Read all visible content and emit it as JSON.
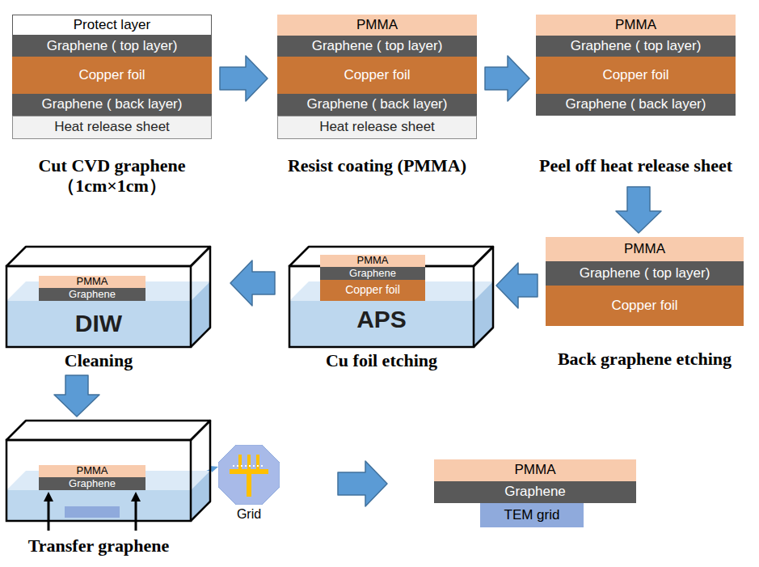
{
  "diagram": {
    "nodes": [
      {
        "text": [
          "Cut CVD graphene （1cm×1cm）"
        ]
      },
      {
        "text": [
          "Protect layer"
        ],
        "in": 0
      },
      {
        "text": [
          "Graphene ( top layer)"
        ],
        "in": 0
      },
      {
        "text": [
          "Copper foil"
        ],
        "in": 0
      },
      {
        "text": [
          "Graphene ( back layer)"
        ],
        "in": 0
      },
      {
        "text": [
          "Heat release sheet"
        ],
        "in": 0
      },
      {
        "text": [
          "Resist coating (PMMA)"
        ]
      },
      {
        "text": [
          "PMMA"
        ],
        "in": 6
      },
      {
        "text": [
          "Graphene ( top layer)"
        ],
        "in": 6
      },
      {
        "text": [
          "Copper foil"
        ],
        "in": 6
      },
      {
        "text": [
          "Graphene ( back layer)"
        ],
        "in": 6
      },
      {
        "text": [
          "Heat release sheet"
        ],
        "in": 6
      },
      {
        "text": [
          "Peel off heat release sheet"
        ]
      },
      {
        "text": [
          "PMMA"
        ],
        "in": 12
      },
      {
        "text": [
          "Graphene ( top layer)"
        ],
        "in": 12
      },
      {
        "text": [
          "Copper foil"
        ],
        "in": 12
      },
      {
        "text": [
          "Graphene ( back layer)"
        ],
        "in": 12
      },
      {
        "text": [
          "Back graphene etching"
        ]
      },
      {
        "text": [
          "PMMA"
        ],
        "in": 17
      },
      {
        "text": [
          "Graphene ( top layer)"
        ],
        "in": 17
      },
      {
        "text": [
          "Copper foil"
        ],
        "in": 17
      },
      {
        "text": [
          "APS",
          "Cu foil etching"
        ]
      },
      {
        "text": [
          "PMMA"
        ],
        "in": 21
      },
      {
        "text": [
          "Graphene"
        ],
        "in": 21
      },
      {
        "text": [
          "Copper foil"
        ],
        "in": 21
      },
      {
        "text": [
          "DIW",
          "Cleaning"
        ]
      },
      {
        "text": [
          "PMMA"
        ],
        "in": 25
      },
      {
        "text": [
          "Graphene"
        ],
        "in": 25
      },
      {
        "text": [
          "Transfer graphene"
        ]
      },
      {
        "text": [
          "PMMA"
        ],
        "in": 28
      },
      {
        "text": [
          "Graphene"
        ],
        "in": 28
      },
      {
        "text": [
          "Grid"
        ]
      },
      {
        "text": [
          "PMMA"
        ]
      },
      {
        "text": [
          "Graphene"
        ]
      },
      {
        "text": [
          "TEM grid"
        ]
      }
    ],
    "edges": [
      {
        "from": 0,
        "to": 6,
        "arrow": "to"
      },
      {
        "from": 6,
        "to": 12,
        "arrow": "to"
      },
      {
        "from": 12,
        "to": 17,
        "arrow": "to"
      },
      {
        "from": 17,
        "to": 21,
        "arrow": "to"
      },
      {
        "from": 21,
        "to": 25,
        "arrow": "to"
      },
      {
        "from": 25,
        "to": 28,
        "arrow": "to"
      },
      {
        "from": 31,
        "to": 33,
        "arrow": "to"
      }
    ]
  }
}
